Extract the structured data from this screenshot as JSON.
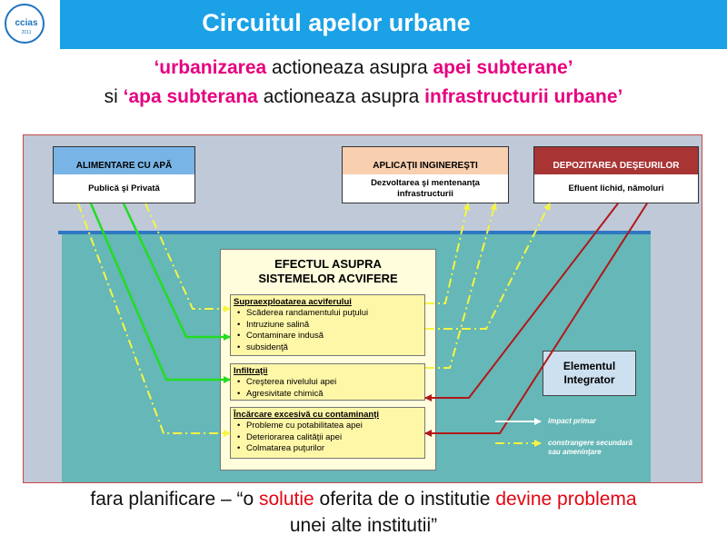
{
  "header": {
    "logo_text": "ccias",
    "logo_sub": "2011",
    "title": "Circuitul apelor urbane"
  },
  "intro": {
    "line1": [
      "‘",
      "urbanizarea",
      " actioneaza asupra ",
      "apei subterane’"
    ],
    "line2": [
      "si ",
      "‘apa subterana",
      " actioneaza asupra ",
      "infrastructurii urbane’"
    ]
  },
  "diagram": {
    "alimentare": {
      "header": "ALIMENTARE CU APĂ",
      "body": "Publică şi Privată"
    },
    "aplicatii": {
      "header": "APLICAŢII INGINEREŞTI",
      "body_line1": "Dezvoltarea şi mentenanţa",
      "body_line2": "infrastructurii"
    },
    "depozitarea": {
      "header": "DEPOZITAREA DEŞEURILOR",
      "body": "Efluent lichid, nămoluri"
    },
    "center": {
      "title_line1": "EFECTUL ASUPRA",
      "title_line2": "SISTEMELOR ACVIFERE"
    },
    "impacts": [
      {
        "heading": "Supraexploatarea acviferului",
        "items": [
          "Scăderea randamentului puţului",
          "Intruziune salină",
          "Contaminare indusă",
          "subsidenţă"
        ]
      },
      {
        "heading": "Infiltraţii",
        "items": [
          "Creşterea nivelului apei",
          "Agresivitate chimică"
        ]
      },
      {
        "heading": "Încărcare excesivă cu contaminanţi",
        "items": [
          "Probleme cu potabilitatea apei",
          "Deteriorarea calităţii apei",
          "Colmatarea puţurilor"
        ]
      }
    ],
    "integrator": {
      "line1": "Elementul",
      "line2": "Integrator"
    },
    "legend": {
      "primary": "impact primar",
      "secondary_line1": "constrangere secundară",
      "secondary_line2": "sau ameninţare"
    },
    "colors": {
      "green": "#22dd22",
      "yellow": "#f5f542",
      "darkred": "#b01818",
      "white": "#ffffff"
    }
  },
  "footer": {
    "line1": [
      "fara planificare – “o ",
      "solutie",
      " oferita de o institutie ",
      "devine problema"
    ],
    "line2": "unei alte institutii”"
  }
}
